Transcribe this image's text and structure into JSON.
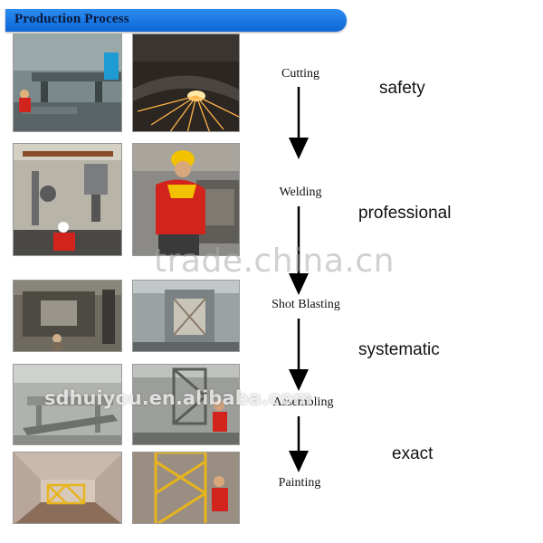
{
  "header": {
    "title": "Production Process"
  },
  "stages": [
    {
      "label": "Cutting"
    },
    {
      "label": "Welding"
    },
    {
      "label": "Shot Blasting"
    },
    {
      "label": "Assembling"
    },
    {
      "label": "Painting"
    }
  ],
  "keywords": [
    "safety",
    "professional",
    "systematic",
    "exact"
  ],
  "watermarks": [
    "trade.china.cn",
    "sdhuiyou.en.alibaba.com"
  ],
  "photos": [
    {
      "name": "cutting-workshop-photo"
    },
    {
      "name": "cutting-sparks-photo"
    },
    {
      "name": "welding-robot-photo"
    },
    {
      "name": "welder-photo"
    },
    {
      "name": "shot-blasting-room-photo"
    },
    {
      "name": "shot-blasting-chamber-photo"
    },
    {
      "name": "assembling-frame-photo"
    },
    {
      "name": "assembling-tower-photo"
    },
    {
      "name": "painting-tunnel-photo"
    },
    {
      "name": "painting-worker-photo"
    }
  ],
  "colors": {
    "header": "#1a73e8",
    "arrow": "#000000",
    "crane_yellow": "#e8b41c",
    "worker_red": "#d2241c"
  }
}
